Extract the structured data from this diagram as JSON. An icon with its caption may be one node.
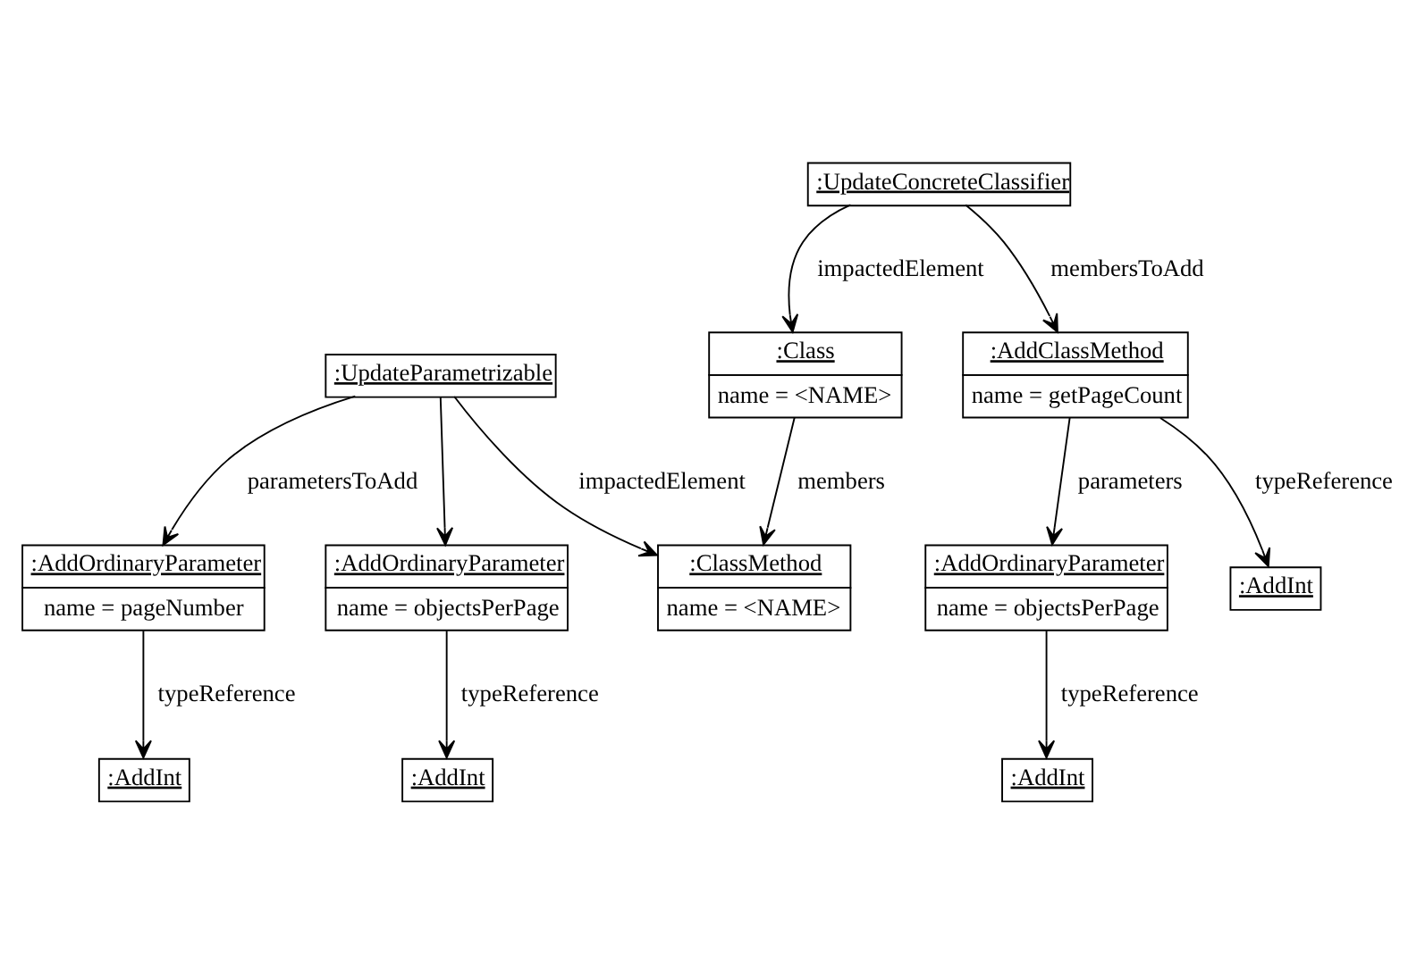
{
  "diagram": {
    "nodes": [
      {
        "text": [
          ":Class",
          "name = <NAME>"
        ]
      },
      {
        "text": [
          ":UpdateParametrizable"
        ]
      },
      {
        "text": [
          ":AddOrdinaryParameter",
          "name = pageNumber"
        ]
      },
      {
        "text": [
          ":ClassMethod",
          "name = <NAME>"
        ]
      },
      {
        "text": [
          ":AddOrdinaryParameter",
          "name = objectsPerPage"
        ]
      },
      {
        "text": [
          ":AddInt"
        ]
      },
      {
        "text": [
          ":UpdateConcreteClassifier"
        ]
      },
      {
        "text": [
          ":AddInt"
        ]
      },
      {
        "text": [
          ":AddOrdinaryParameter",
          "name = objectsPerPage"
        ]
      },
      {
        "text": [
          ":AddInt"
        ]
      },
      {
        "text": [
          ":AddClassMethod",
          "name = getPageCount"
        ]
      },
      {
        "text": [
          ":AddInt"
        ]
      }
    ],
    "edges": [
      {
        "from": 0,
        "to": 3,
        "arrow": "to",
        "label": "members"
      },
      {
        "from": 1,
        "to": 3,
        "arrow": "to",
        "label": "impactedElement"
      },
      {
        "from": 1,
        "to": 2,
        "arrow": "to",
        "label": "parametersToAdd"
      },
      {
        "from": 1,
        "to": 4,
        "arrow": "to"
      },
      {
        "from": 2,
        "to": 5,
        "arrow": "to",
        "label": "typeReference"
      },
      {
        "from": 6,
        "to": 0,
        "arrow": "to",
        "label": "impactedElement"
      },
      {
        "from": 4,
        "to": 7,
        "arrow": "to",
        "label": "typeReference"
      },
      {
        "from": 6,
        "to": 10,
        "arrow": "to",
        "label": "membersToAdd"
      },
      {
        "from": 10,
        "to": 8,
        "arrow": "to",
        "label": "parameters"
      },
      {
        "from": 8,
        "to": 9,
        "arrow": "to",
        "label": "typeReference"
      },
      {
        "from": 10,
        "to": 11,
        "arrow": "to",
        "label": "typeReference"
      }
    ]
  }
}
